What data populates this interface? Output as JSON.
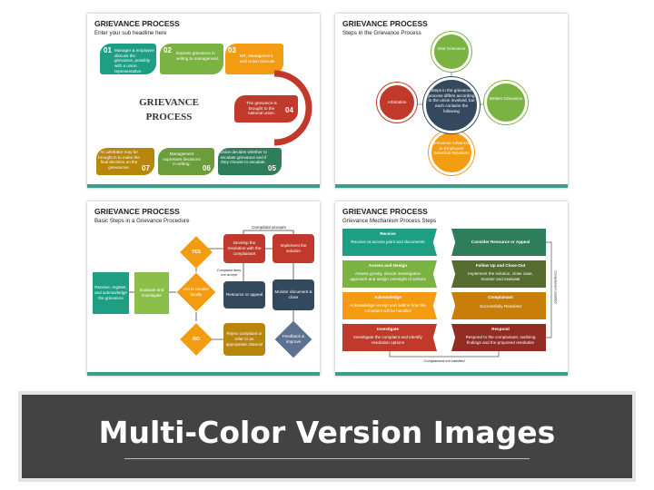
{
  "slides": [
    {
      "title": "GRIEVANCE PROCESS",
      "subtitle": "Enter your sub headline here",
      "center_line1": "GRIEVANCE",
      "center_line2": "PROCESS",
      "steps": [
        {
          "num": "01",
          "text": "Manager & employee discuss the grievance, possibly with a union representative."
        },
        {
          "num": "02",
          "text": "Express grievance in writing to management."
        },
        {
          "num": "03",
          "text": "HR, Management, and Union Discuss."
        },
        {
          "num": "04",
          "text": "The grievance is brought to the national union."
        },
        {
          "num": "05",
          "text": "Union decides whether to escalate grievance and if they choose to escalate."
        },
        {
          "num": "06",
          "text": "Management expresses decisions in writing."
        },
        {
          "num": "07",
          "text": "An arbitrator may be brought in to make the final decision on the grievances."
        }
      ]
    },
    {
      "title": "GRIEVANCE PROCESS",
      "subtitle": "Steps in the Grievance Process",
      "center": "Steps in the grievance process differs according to the union involved, but each contains the following",
      "top": "Oral Grievance",
      "right": "Written Grievance",
      "bottom": "Grievance Advanced to Employee/ Industrial Relations",
      "left": "Arbitration"
    },
    {
      "title": "GRIEVANCE PROCESS",
      "subtitle": "Basic Steps in a Grievance Procedure",
      "accepts": "Complaint accepts",
      "not_accept": "Complaint does not accept",
      "receive": "Receive, register, and acknowledge the grievance",
      "evaluate": "Evaluate and investigate",
      "act": "Act to resolve locally",
      "yes": "YES",
      "no": "NO",
      "develop": "Develop the resolution with the complainant",
      "implement": "Implement the solution",
      "resource": "Resource or appeal",
      "monitor": "Monitor document & close",
      "reject": "Reject complaint or refer to an appropriate channel",
      "feedback": "Feedback & improve"
    },
    {
      "title": "GRIEVANCE PROCESS",
      "subtitle": "Grievance Mechanism Process Steps",
      "left_steps": [
        {
          "title": "Receive",
          "text": "Receive at access point and documents"
        },
        {
          "title": "Assess and Design",
          "text": "Assess gravity, decide investigative approach and assign oversight of actions"
        },
        {
          "title": "Acknowledge",
          "text": "Acknowledge receipt and outline how the complaint will be handled"
        },
        {
          "title": "Investigate",
          "text": "Investigate the complaint and identify resolution options"
        }
      ],
      "right_steps": [
        {
          "title": "Consider Resource or Appeal",
          "text": ""
        },
        {
          "title": "Follow Up and Close-Out",
          "text": "Implement the solution, close case, monitor and evaluate"
        },
        {
          "title": "Complainant",
          "text": "Successfully Resolved"
        },
        {
          "title": "Respond",
          "text": "Respond to the complainant, outlining findings and the proposed resolution"
        }
      ],
      "satisfied": "Complainant satisfied",
      "not_satisfied": "Complainant not satisfied"
    }
  ],
  "banner": {
    "text": "Multi-Color Version Images"
  },
  "colors": {
    "teal": "#1e9f84",
    "green": "#7bb342",
    "orange": "#f39c12",
    "red": "#c0392b",
    "darkgreen": "#2e7d5b",
    "navy": "#34495e",
    "brown": "#8d6e2f"
  }
}
